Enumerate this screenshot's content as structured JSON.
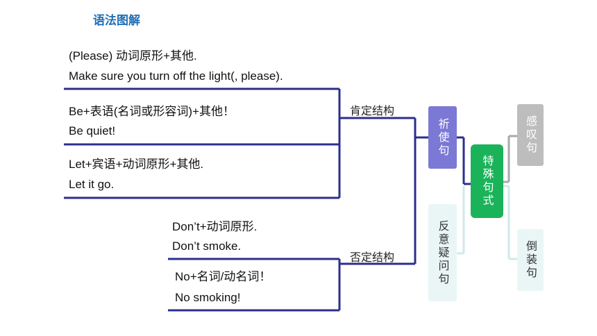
{
  "title": "语法图解",
  "imperative": {
    "affirmative_label": "肯定结构",
    "negative_label": "否定结构",
    "rules": [
      {
        "pattern": "(Please) 动词原形+其他.",
        "example": "Make sure you turn off the light(, please)."
      },
      {
        "pattern": "Be+表语(名词或形容词)+其他！",
        "example": "Be quiet!"
      },
      {
        "pattern": "Let+宾语+动词原形+其他.",
        "example": "Let it go."
      },
      {
        "pattern": "Don’t+动词原形.",
        "example": "Don’t smoke."
      },
      {
        "pattern": "No+名词/动名词！",
        "example": "No smoking!"
      }
    ]
  },
  "sentence_types": {
    "imperative": "祈使句",
    "tag_question": "反意疑问句",
    "special": "特殊句式",
    "exclamatory": "感叹句",
    "inverted": "倒装句"
  },
  "colors": {
    "title": "#1f6fb5",
    "bracket": "#2b2f8c",
    "imperative_box": "#7b78d6",
    "special_box": "#1bb35a",
    "exclamatory_box": "#bdbdbd",
    "pale_box": "#eaf6f6"
  }
}
